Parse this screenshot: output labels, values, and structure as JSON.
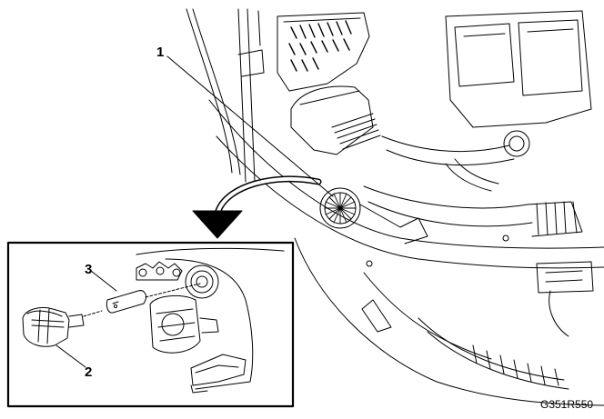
{
  "callouts": {
    "c1": "1",
    "c2": "2",
    "c3": "3"
  },
  "figure_code": "G351R550",
  "icons": {
    "pointer_arrow": "curved-arrow-icon",
    "bulb": "bulb-icon",
    "socket": "bulb-socket-icon"
  },
  "colors": {
    "line": "#000000",
    "background": "#ffffff"
  }
}
